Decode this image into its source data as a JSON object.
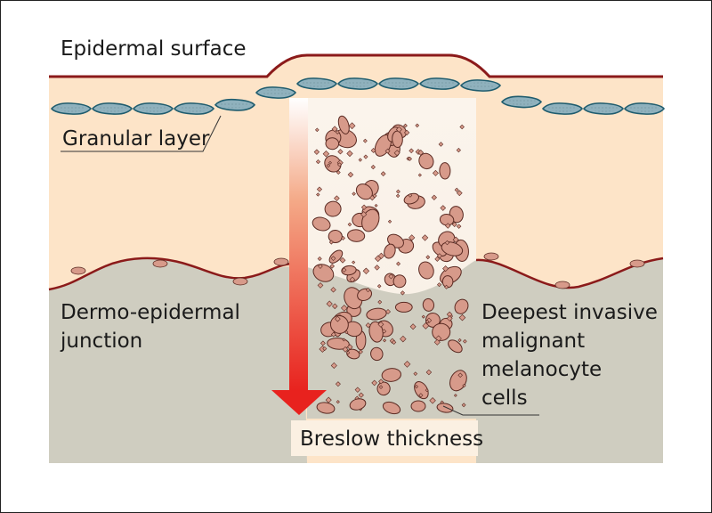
{
  "labels": {
    "epidermal_surface": "Epidermal surface",
    "granular_layer": "Granular layer",
    "dermo_epidermal_junction_line1": "Dermo-epidermal",
    "dermo_epidermal_junction_line2": "junction",
    "deepest_cells_line1": "Deepest invasive",
    "deepest_cells_line2": "malignant",
    "deepest_cells_line3": "melanocyte",
    "deepest_cells_line4": "cells",
    "breslow_thickness": "Breslow thickness"
  },
  "colors": {
    "epidermis": "#fde4c8",
    "dermis": "#cfcdc0",
    "surface_line": "#8b1a1a",
    "granular_cell": "#8fb1bd",
    "melanocyte": "#d79a8a",
    "arrow": "#e8221e",
    "tumour_column": "#f7f0e8"
  }
}
